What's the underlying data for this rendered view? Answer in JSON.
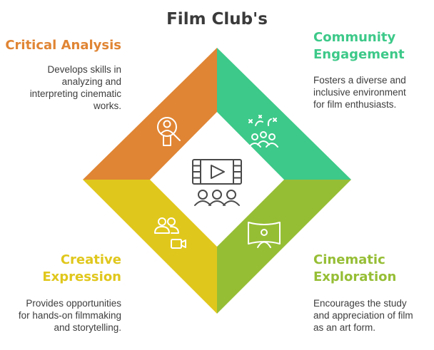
{
  "title": "Film Club's",
  "center_icon": "film-audience-icon",
  "quadrants": {
    "critical_analysis": {
      "heading": [
        "Critical Analysis"
      ],
      "description": [
        "Develops skills in",
        "analyzing and",
        "interpreting cinematic",
        "works."
      ],
      "color": "#E08534",
      "icon": "magnifier-person-icon"
    },
    "community_engagement": {
      "heading": [
        "Community",
        "Engagement"
      ],
      "description": [
        "Fosters a diverse and",
        "inclusive environment",
        "for film enthusiasts."
      ],
      "color": "#3DC989",
      "icon": "group-celebration-icon"
    },
    "creative_expression": {
      "heading": [
        "Creative",
        "Expression"
      ],
      "description": [
        "Provides opportunities",
        "for hands-on filmmaking",
        "and storytelling."
      ],
      "color": "#E0C71C",
      "icon": "people-camera-icon"
    },
    "cinematic_exploration": {
      "heading": [
        "Cinematic",
        "Exploration"
      ],
      "description": [
        "Encourages the study",
        "and appreciation of film",
        "as an art form."
      ],
      "color": "#96BE35",
      "icon": "panorama-viewer-icon"
    }
  }
}
